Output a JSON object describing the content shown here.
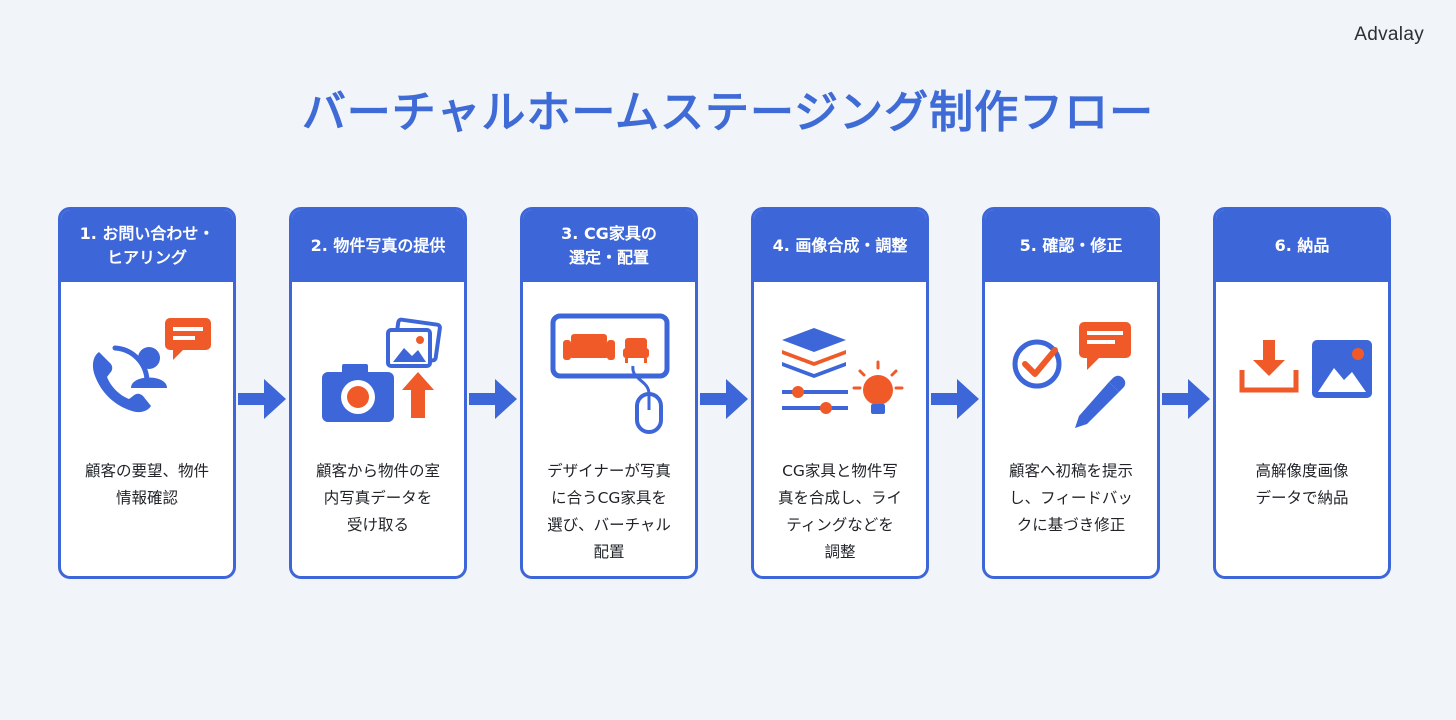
{
  "brand": "Advalay",
  "title": "バーチャルホームステージング制作フロー",
  "colors": {
    "primary": "#3d66d8",
    "accent": "#f05a28",
    "background": "#f1f4f8"
  },
  "steps": [
    {
      "heading": "1. お問い合わせ・\nヒアリング",
      "icon": "phone-consultation-icon",
      "description": "顧客の要望、物件\n情報確認"
    },
    {
      "heading": "2. 物件写真の提供",
      "icon": "camera-upload-icon",
      "description": "顧客から物件の室\n内写真データを\n受け取る"
    },
    {
      "heading": "3. CG家具の\n選定・配置",
      "icon": "tablet-furniture-icon",
      "description": "デザイナーが写真\nに合うCG家具を\n選び、バーチャル\n配置"
    },
    {
      "heading": "4. 画像合成・調整",
      "icon": "layers-lighting-icon",
      "description": "CG家具と物件写\n真を合成し、ライ\nティングなどを\n調整"
    },
    {
      "heading": "5. 確認・修正",
      "icon": "review-edit-icon",
      "description": "顧客へ初稿を提示\nし、フィードバッ\nクに基づき修正"
    },
    {
      "heading": "6. 納品",
      "icon": "download-image-icon",
      "description": "高解像度画像\nデータで納品"
    }
  ]
}
